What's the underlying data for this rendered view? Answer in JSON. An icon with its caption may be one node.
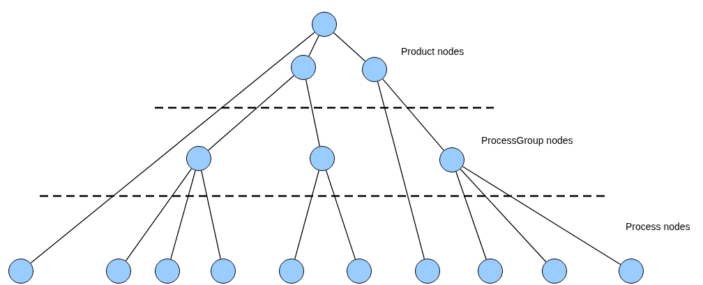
{
  "diagram": {
    "nodes": [
      {
        "text": [],
        "shape": "circle"
      },
      {
        "text": [],
        "shape": "circle"
      },
      {
        "text": [],
        "shape": "circle"
      },
      {
        "text": [],
        "shape": "circle"
      },
      {
        "text": [],
        "shape": "circle"
      },
      {
        "text": [],
        "shape": "circle"
      },
      {
        "text": [],
        "shape": "circle"
      },
      {
        "text": [],
        "shape": "circle"
      },
      {
        "text": [],
        "shape": "circle"
      },
      {
        "text": [],
        "shape": "circle"
      },
      {
        "text": [],
        "shape": "circle"
      },
      {
        "text": [],
        "shape": "circle"
      },
      {
        "text": [],
        "shape": "circle"
      },
      {
        "text": [],
        "shape": "circle"
      },
      {
        "text": [],
        "shape": "circle"
      },
      {
        "text": [],
        "shape": "circle"
      }
    ],
    "edges": [
      {
        "from": 0,
        "to": 1,
        "arrow": "none"
      },
      {
        "from": 0,
        "to": 2,
        "arrow": "none"
      },
      {
        "from": 0,
        "to": 6,
        "arrow": "none"
      },
      {
        "from": 1,
        "to": 3,
        "arrow": "none"
      },
      {
        "from": 1,
        "to": 4,
        "arrow": "none"
      },
      {
        "from": 2,
        "to": 12,
        "arrow": "none"
      },
      {
        "from": 2,
        "to": 5,
        "arrow": "none"
      },
      {
        "from": 3,
        "to": 7,
        "arrow": "none"
      },
      {
        "from": 3,
        "to": 8,
        "arrow": "none"
      },
      {
        "from": 3,
        "to": 9,
        "arrow": "none"
      },
      {
        "from": 4,
        "to": 10,
        "arrow": "none"
      },
      {
        "from": 4,
        "to": 11,
        "arrow": "none"
      },
      {
        "from": 5,
        "to": 13,
        "arrow": "none"
      },
      {
        "from": 5,
        "to": 14,
        "arrow": "none"
      },
      {
        "from": 5,
        "to": 15,
        "arrow": "none"
      }
    ],
    "labels": [
      "Product nodes",
      "ProcessGroup nodes",
      "Process nodes"
    ]
  }
}
